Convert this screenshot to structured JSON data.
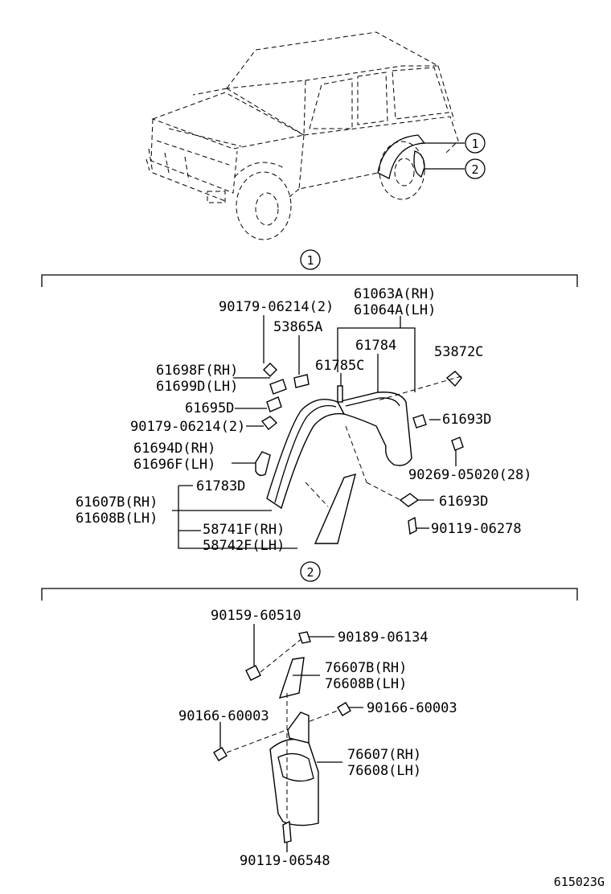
{
  "callouts": {
    "c1": "1",
    "c2": "2"
  },
  "section1": {
    "labels": {
      "p90179a": "90179-06214(2)",
      "p53865a": "53865A",
      "p61063a": "61063A(RH)",
      "p61064a": "61064A(LH)",
      "p61784": "61784",
      "p61785c": "61785C",
      "p53872c": "53872C",
      "p61698f": "61698F(RH)",
      "p61699d": "61699D(LH)",
      "p61695d": "61695D",
      "p90179b": "90179-06214(2)",
      "p61693d_a": "61693D",
      "p61694d": "61694D(RH)",
      "p61696f": "61696F(LH)",
      "p90269": "90269-05020(28)",
      "p61783d": "61783D",
      "p61607b": "61607B(RH)",
      "p61608b": "61608B(LH)",
      "p61693d_b": "61693D",
      "p90119a": "90119-06278",
      "p58741f": "58741F(RH)",
      "p58742f": "58742F(LH)"
    }
  },
  "section2": {
    "labels": {
      "p90159": "90159-60510",
      "p90189": "90189-06134",
      "p76607b": "76607B(RH)",
      "p76608b": "76608B(LH)",
      "p90166a": "90166-60003",
      "p90166b": "90166-60003",
      "p76607": "76607(RH)",
      "p76608": "76608(LH)",
      "p90119b": "90119-06548"
    }
  },
  "footer": {
    "diagram_code": "615023G"
  }
}
